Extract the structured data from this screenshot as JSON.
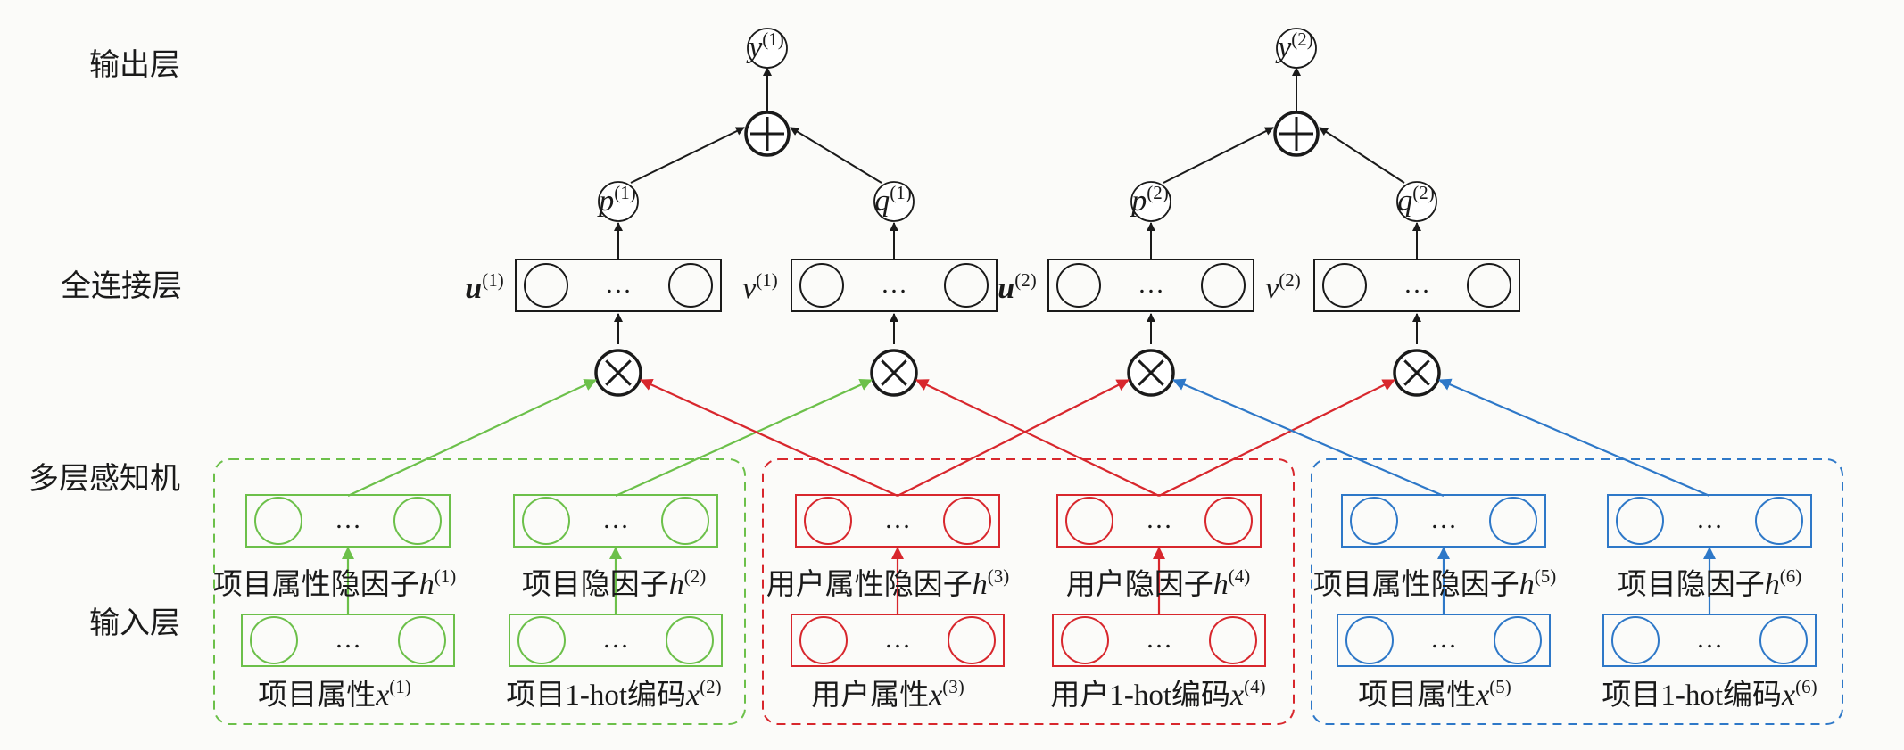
{
  "layers": {
    "output": "输出层",
    "fully_connected": "全连接层",
    "mlp": "多层感知机",
    "input": "输入层"
  },
  "nodes": {
    "y1": {
      "base": "y",
      "sup": "(1)"
    },
    "y2": {
      "base": "y",
      "sup": "(2)"
    },
    "p1": {
      "base": "p",
      "sup": "(1)"
    },
    "q1": {
      "base": "q",
      "sup": "(1)"
    },
    "p2": {
      "base": "p",
      "sup": "(2)"
    },
    "q2": {
      "base": "q",
      "sup": "(2)"
    },
    "u1": {
      "base": "u",
      "sup": "(1)"
    },
    "v1": {
      "base": "v",
      "sup": "(1)"
    },
    "u2": {
      "base": "u",
      "sup": "(2)"
    },
    "v2": {
      "base": "v",
      "sup": "(2)"
    }
  },
  "dots": "…",
  "hidden_labels": [
    {
      "text": "项目属性隐因子",
      "var": "h",
      "sup": "(1)"
    },
    {
      "text": "项目隐因子",
      "var": "h",
      "sup": "(2)"
    },
    {
      "text": "用户属性隐因子",
      "var": "h",
      "sup": "(3)"
    },
    {
      "text": "用户隐因子",
      "var": "h",
      "sup": "(4)"
    },
    {
      "text": "项目属性隐因子",
      "var": "h",
      "sup": "(5)"
    },
    {
      "text": "项目隐因子",
      "var": "h",
      "sup": "(6)"
    }
  ],
  "input_labels": [
    {
      "text": "项目属性",
      "var": "x",
      "sup": "(1)"
    },
    {
      "pre": "项目",
      "num": "1-hot",
      "text": "编码",
      "var": "x",
      "sup": "(2)"
    },
    {
      "text": "用户属性",
      "var": "x",
      "sup": "(3)"
    },
    {
      "pre": "用户",
      "num": "1-hot",
      "text": "编码",
      "var": "x",
      "sup": "(4)"
    },
    {
      "text": "项目属性",
      "var": "x",
      "sup": "(5)"
    },
    {
      "pre": "项目",
      "num": "1-hot",
      "text": "编码",
      "var": "x",
      "sup": "(6)"
    }
  ],
  "colors": {
    "green": "#6cc04a",
    "red": "#d8272d",
    "blue": "#2e78c8",
    "black": "#1a1a1a"
  }
}
